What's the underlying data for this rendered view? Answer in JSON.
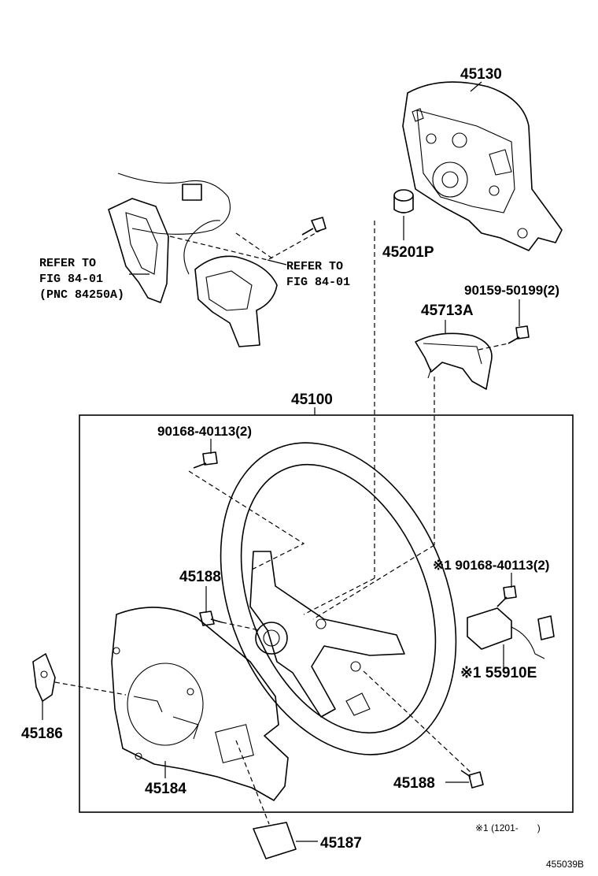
{
  "parts": {
    "airbag": "45130",
    "wheel_assy": "45100",
    "nut": "45201P",
    "cover_lower": "45713A",
    "screw_cover": "90159-50199(2)",
    "screw_left": "90168-40113(2)",
    "screw_right": "※1 90168-40113(2)",
    "screw_mid": "45188",
    "screw_low": "45188",
    "cover_left": "45186",
    "cover_back": "45184",
    "cover_small": "45187",
    "module": "※1 55910E"
  },
  "refs": {
    "left_line1": "REFER TO",
    "left_line2": "FIG 84-01",
    "left_line3": "(PNC 84250A)",
    "right_line1": "REFER TO",
    "right_line2": "FIG 84-01"
  },
  "footnote": "※1 (1201-　　)",
  "diagram_id": "455039B"
}
